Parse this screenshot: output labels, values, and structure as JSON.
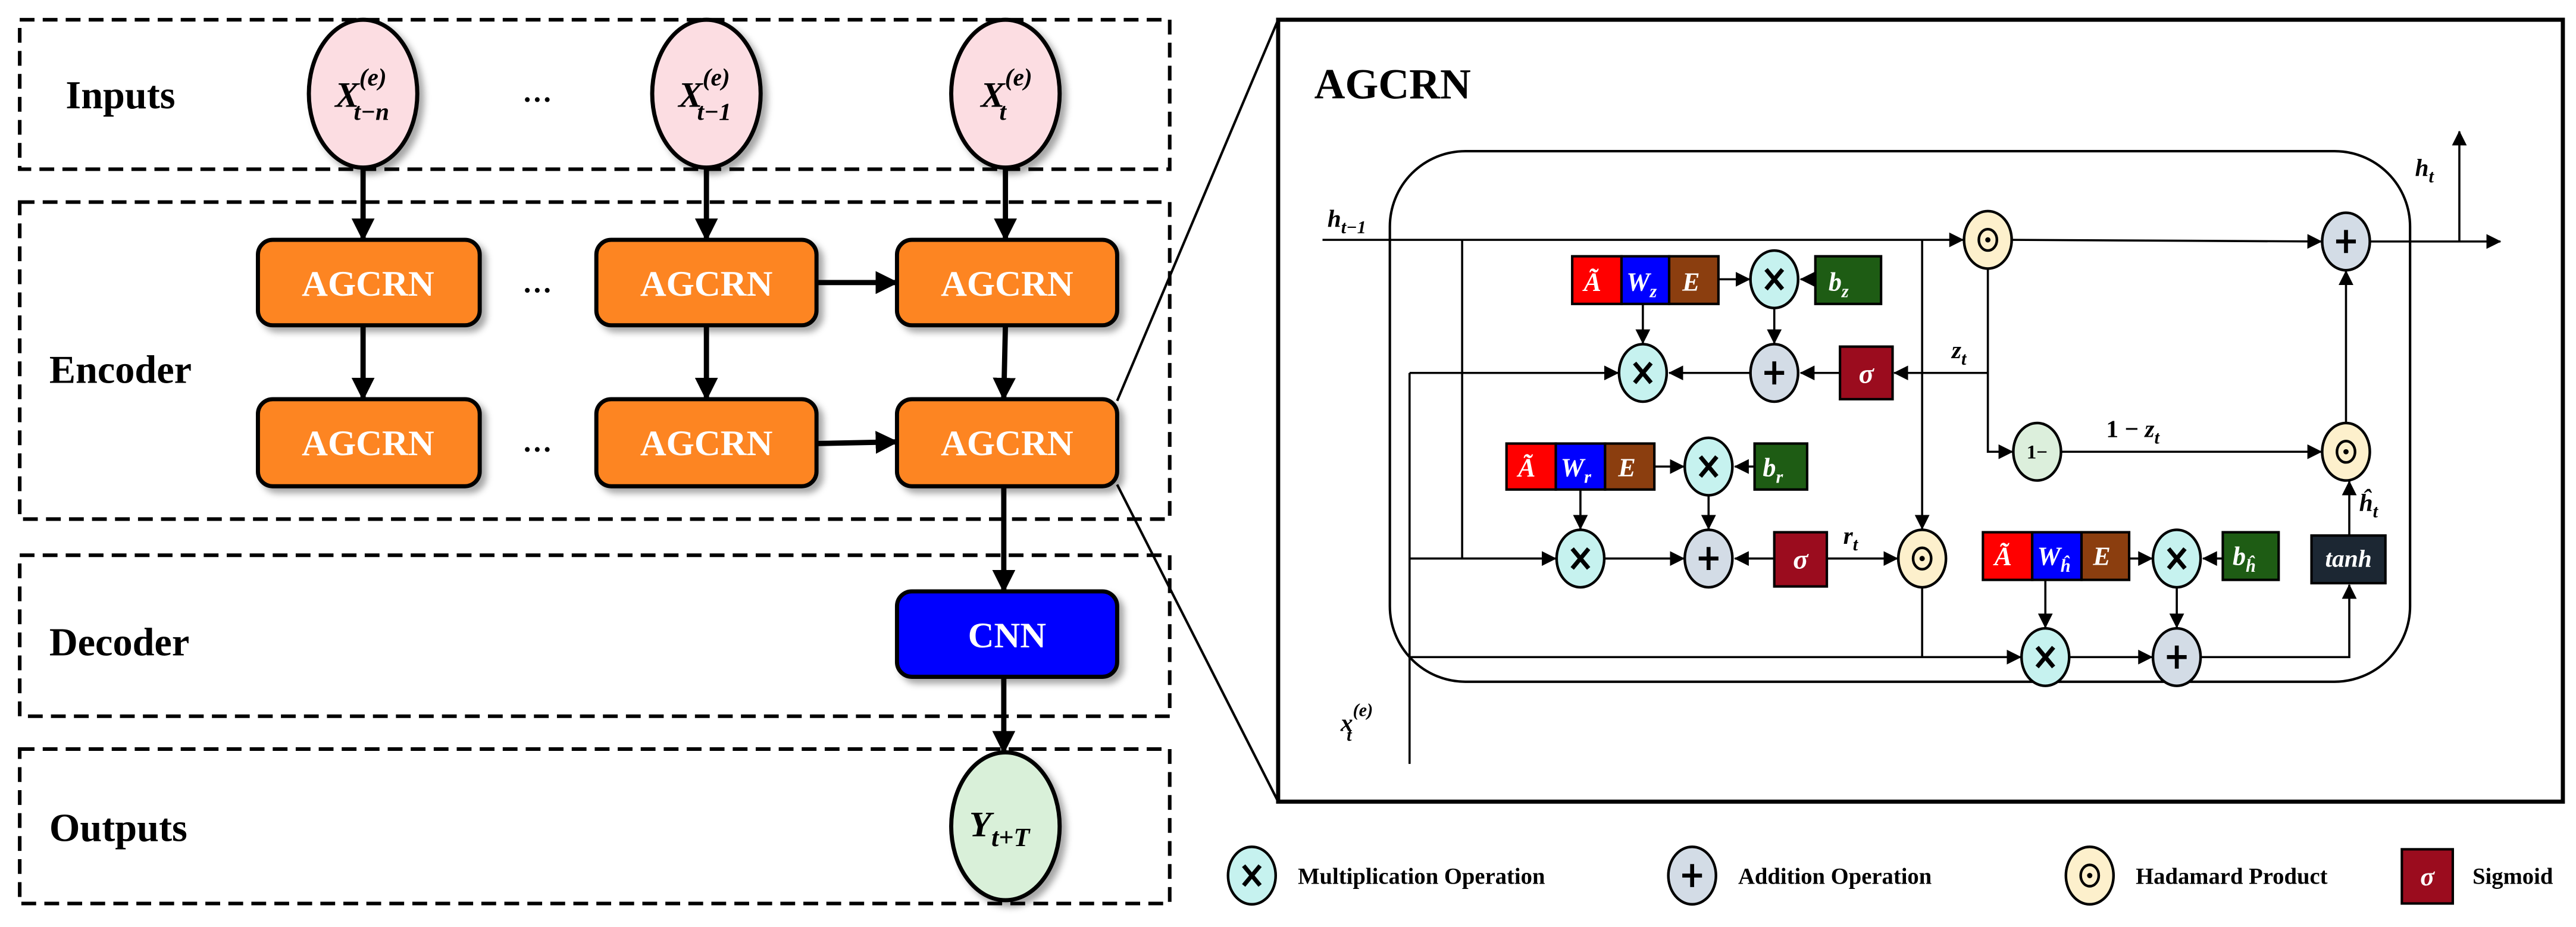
{
  "colors": {
    "input_node": "#fcdde2",
    "agcrn_block": "#fd8523",
    "cnn_block": "#0000ff",
    "output_node": "#d9f0d9",
    "multiplication": "#c6f2ef",
    "addition": "#d3dce6",
    "hadamard": "#fdf0cc",
    "one_minus": "#dcefdc",
    "sigmoid": "#9b0c1e",
    "adjacency": "#ff0000",
    "weight": "#0000ff",
    "embedding": "#8b3e0f",
    "bias": "#1e5c14",
    "tanh": "#1c2733"
  },
  "left": {
    "sections": {
      "inputs": "Inputs",
      "encoder": "Encoder",
      "decoder": "Decoder",
      "outputs": "Outputs"
    },
    "ellipsis": "…",
    "inputs": [
      {
        "base": "X",
        "sup": "(e)",
        "sub": "t−n"
      },
      {
        "base": "X",
        "sup": "(e)",
        "sub": "t−1"
      },
      {
        "base": "X",
        "sup": "(e)",
        "sub": "t"
      }
    ],
    "encoder_block": "AGCRN",
    "decoder_block": "CNN",
    "output": {
      "base": "Y",
      "sub": "t+T"
    }
  },
  "detail": {
    "title": "AGCRN",
    "h_prev": {
      "base": "h",
      "sub": "t−1"
    },
    "h_out": {
      "base": "h",
      "sub": "t"
    },
    "x_in": {
      "base": "x",
      "sup": "(e)",
      "sub": "t"
    },
    "z_label": {
      "base": "z",
      "sub": "t"
    },
    "r_label": {
      "base": "r",
      "sub": "t"
    },
    "one_minus_z": {
      "pre": "1 − ",
      "base": "z",
      "sub": "t"
    },
    "h_tilde": {
      "base": "ĥ",
      "sub": "t"
    },
    "one_minus": "1−",
    "sigma": "σ",
    "tanh": "tanh",
    "adj": "Ã",
    "emb": "E",
    "wz": {
      "base": "W",
      "sub": "z"
    },
    "wr": {
      "base": "W",
      "sub": "r"
    },
    "wh": {
      "base": "W",
      "sub": "ĥ"
    },
    "bz": {
      "base": "b",
      "sub": "z"
    },
    "br": {
      "base": "b",
      "sub": "r"
    },
    "bh": {
      "base": "b",
      "sub": "ĥ"
    }
  },
  "legend": [
    {
      "icon": "multiplication-icon",
      "label": "Multiplication Operation"
    },
    {
      "icon": "addition-icon",
      "label": "Addition Operation"
    },
    {
      "icon": "hadamard-icon",
      "label": "Hadamard Product"
    },
    {
      "icon": "sigmoid-icon",
      "label": "Sigmoid",
      "symbol": "σ"
    }
  ]
}
